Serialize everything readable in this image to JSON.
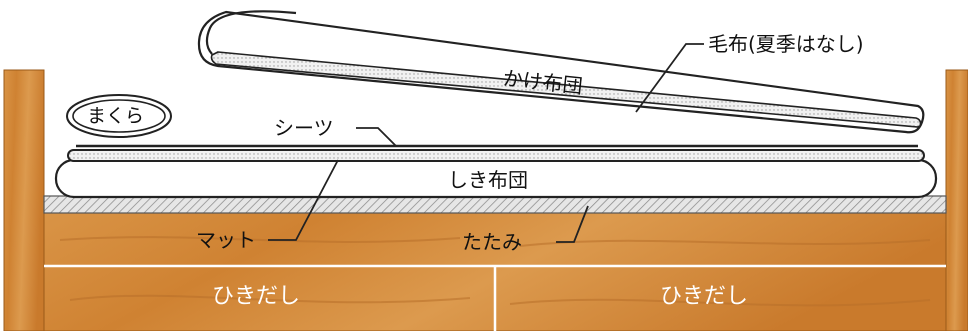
{
  "labels": {
    "pillow": "まくら",
    "sheet": "シーツ",
    "comforter": "かけ布団",
    "blanket": "毛布(夏季はなし)",
    "mattress": "しき布団",
    "mat": "マット",
    "tatami": "たたみ",
    "drawer_left": "ひきだし",
    "drawer_right": "ひきだし"
  },
  "colors": {
    "wood": "#d58a3a",
    "wood_dark": "#b86a22",
    "outline": "#222222",
    "tatami_hatch": "#9a9a9a"
  }
}
